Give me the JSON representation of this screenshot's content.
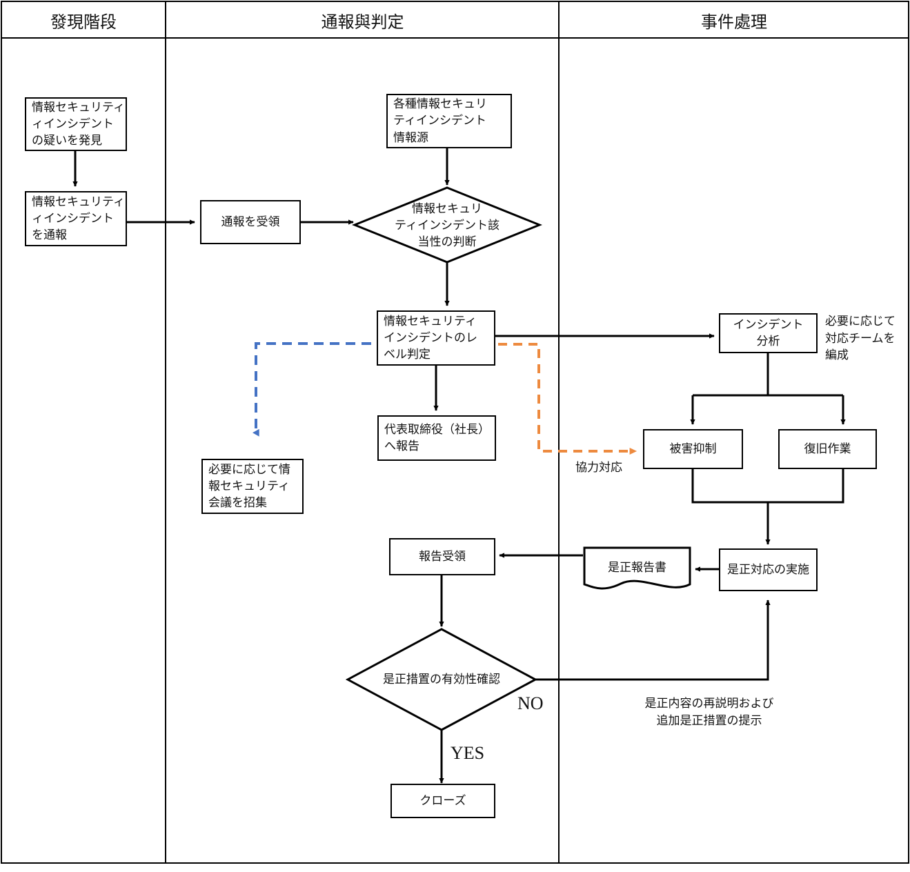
{
  "diagram": {
    "title_lanes": [
      {
        "id": "lane-discovery",
        "label": "發現階段"
      },
      {
        "id": "lane-report",
        "label": "通報與判定"
      },
      {
        "id": "lane-handling",
        "label": "事件處理"
      }
    ],
    "colors": {
      "line": "#000000",
      "blue_dashed": "#4472C4",
      "orange_dashed": "#ED8A3F",
      "box_fill": "#FFFFFF",
      "text": "#111111"
    },
    "nodes": {
      "discover_suspicion": "情報セキュリティ\nィインシデント\nの疑いを発見",
      "report_incident": "情報セキュリティ\nィインシデント\nを通報",
      "receive_report": "通報を受領",
      "info_sources": "各種情報セキュリ\nティインシデント\n情報源",
      "judge_applicability": "情報セキュリ\nティインシデント該\n当性の判断",
      "level_decision": "情報セキュリティ\nインシデントのレ\nベル判定",
      "report_to_ceo": "代表取締役（社長）\nへ報告",
      "convene_meeting": "必要に応じて情\n報セキュリティ\n会議を招集",
      "incident_analysis": "インシデント\n分析",
      "damage_control": "被害抑制",
      "recovery_work": "復旧作業",
      "corrective_action": "是正対応の実施",
      "corrective_report_doc": "是正報告書",
      "receive_result": "報告受領",
      "verify_effectiveness": "是正措置の有効性確認",
      "close": "クローズ"
    },
    "annotations": {
      "form_team": "必要に応じて\n対応チームを\n編成",
      "cooperate": "協力対応",
      "re_explain": "是正内容の再説明および\n追加是正措置の提示"
    },
    "edge_labels": {
      "no": "NO",
      "yes": "YES"
    }
  }
}
